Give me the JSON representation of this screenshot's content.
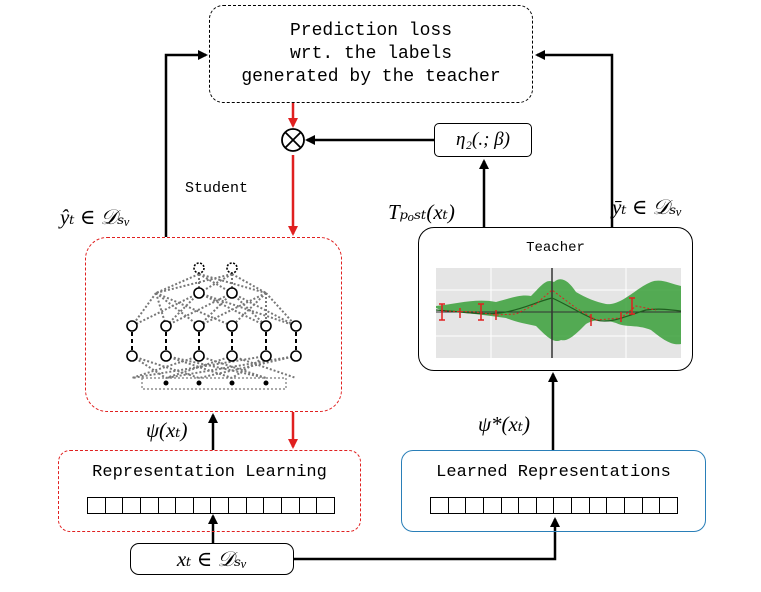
{
  "loss": {
    "line1": "Prediction loss",
    "line2": "wrt. the labels",
    "line3": "generated by the teacher"
  },
  "eta_label": "η₂(.; β)",
  "student_label": "Student",
  "teacher_label": "Teacher",
  "student_output_label": "ŷₜ ∈ 𝒟ₛᵥ",
  "teacher_post_label": "Tₚₒₛₜ(xₜ)",
  "teacher_output_label": "ȳₜ ∈ 𝒟ₛᵥ",
  "psi_label": "ψ(xₜ)",
  "psi_star_label": "ψ*(xₜ)",
  "rep_learning_label": "Representation Learning",
  "learned_rep_label": "Learned Representations",
  "input_label": "xₜ ∈ 𝒟ₛᵥ",
  "vector_cells": 14,
  "colors": {
    "red_flow": "#e02020",
    "blue_border": "#2a7fb8",
    "gp_band": "#3aa03a",
    "gp_bg": "#e5e5e5"
  }
}
